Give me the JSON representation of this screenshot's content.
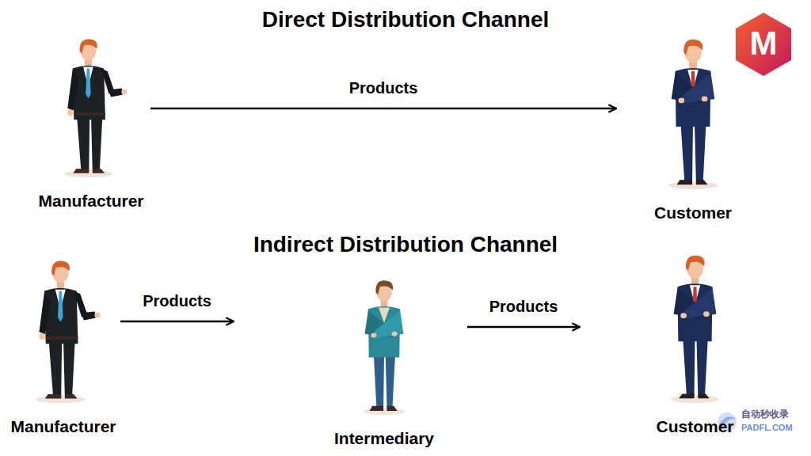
{
  "diagram": {
    "title": "Direct Distribution Channel",
    "nodes": [
      {
        "text": [
          "Manufacturer"
        ]
      },
      {
        "text": [
          "Customer"
        ]
      },
      {
        "text": [
          "Manufacturer"
        ]
      },
      {
        "text": [
          "Intermediary"
        ]
      },
      {
        "text": [
          "Customer"
        ]
      }
    ],
    "edges": [
      {
        "from": 0,
        "to": 1,
        "label": "Products",
        "arrow": "to"
      },
      {
        "from": 2,
        "to": 3,
        "label": "Products",
        "arrow": "to"
      },
      {
        "from": 3,
        "to": 4,
        "label": "Products",
        "arrow": "to"
      }
    ],
    "labels": [
      "Indirect Distribution Channel",
      "M",
      "自动秒收录",
      "PADFL.COM"
    ]
  }
}
